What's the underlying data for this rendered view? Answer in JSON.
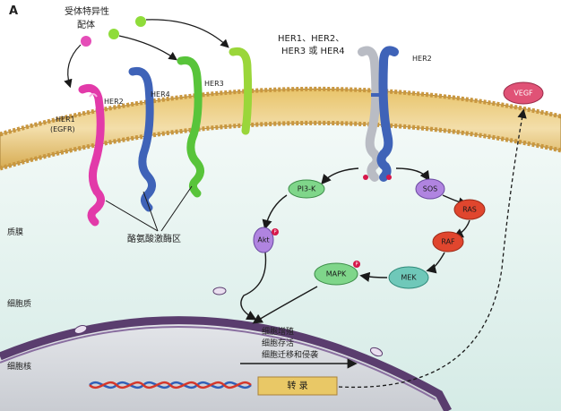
{
  "panel_letter": "A",
  "ligand_label_line1": "受体特异性",
  "ligand_label_line2": "配体",
  "receptors": {
    "her1_line1": "HER1",
    "her1_line2": "(EGFR)",
    "her2": "HER2",
    "her4": "HER4",
    "her3": "HER3",
    "dimer_left_line1": "HER1、HER2、",
    "dimer_left_line2": "HER3 或 HER4",
    "dimer_right": "HER2"
  },
  "region_labels": {
    "membrane": "质膜",
    "cytoplasm": "细胞质",
    "nucleus": "细胞核",
    "kinase_domain": "酪氨酸激酶区"
  },
  "pathway": {
    "pi3k": "PI3-K",
    "akt": "Akt",
    "sos": "SOS",
    "ras": "RAS",
    "raf": "RAF",
    "mek": "MEK",
    "mapk": "MAPK",
    "vegf": "VEGF",
    "phospho": "P"
  },
  "outcomes": {
    "line1": "细胞增殖",
    "line2": "细胞存活",
    "line3": "细胞迁移和侵袭"
  },
  "transcription": "转 录",
  "colors": {
    "membrane": "#d9b35a",
    "membrane_dark": "#a9823a",
    "cytoplasm": "#e6f2ee",
    "nucleus": "#d7d9dd",
    "nuclear_envelope": "#5a3d6e",
    "her1": "#e23aa9",
    "her2": "#3f63b8",
    "her4": "#58c43a",
    "her3": "#9ad63a",
    "dimer_left": "#b9bcc4",
    "ligand": "#e54db8",
    "ligand_green": "#8fdc3a",
    "node_green": "#7fd68a",
    "node_purple": "#b084e0",
    "node_red": "#e0462e",
    "node_teal": "#6fc8b9",
    "node_pink": "#e05276",
    "phospho": "#d6174a",
    "transcription_box": "#e9c866"
  }
}
